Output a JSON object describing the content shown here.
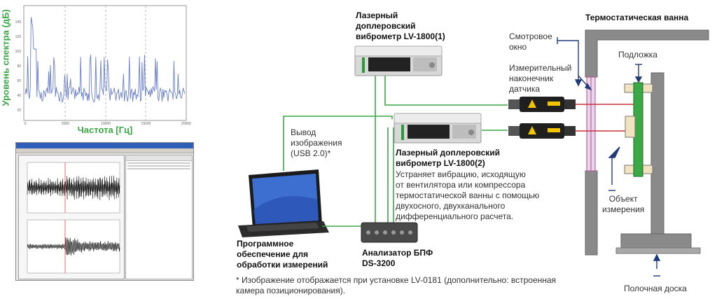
{
  "spectrum": {
    "ylabel": "Уровень спектра (дБ)",
    "xlabel": "Частота [Гц]",
    "y_ticks": [
      "140",
      "120",
      "100",
      "80",
      "60",
      "40",
      "20"
    ],
    "x_ticks": [
      "0",
      "5000",
      "10000",
      "15000",
      "20000"
    ]
  },
  "colors": {
    "accent_green": "#3aa845",
    "signal_blue": "#6a7fc8",
    "red_line": "#c8323c",
    "navy": "#1f3a7a",
    "pink_window": "#b04a9a"
  },
  "labels": {
    "lv1": "Лазерный\nдоплеровский\nвиброметр LV-1800(1)",
    "lv2": "Лазерный доплеровский\nвиброметр LV-1800(2)",
    "lv2_desc": "Устраняет вибрацию, исходящую\nот вентилятора или компрессора\nтермостатической ванны с помощью\nдвухосного, двухканального\nдифференциального расчета.",
    "video_out": "Вывод\nизображения\n(USB 2.0)*",
    "software": "Программное\nобеспечение для\nобработки измерений",
    "fft": "Анализатор БПФ\nDS-3200",
    "bath": "Термостатическая ванна",
    "window": "Смотровое\nокно",
    "probe": "Измерительный\nнаконечник\nдатчика",
    "substrate": "Подложка",
    "object": "Объект\nизмерения",
    "shelf": "Полочная доска",
    "footnote": "* Изображение отображается при установке LV-0181 (дополнительно: встроенная\nкамера позиционирования)."
  }
}
